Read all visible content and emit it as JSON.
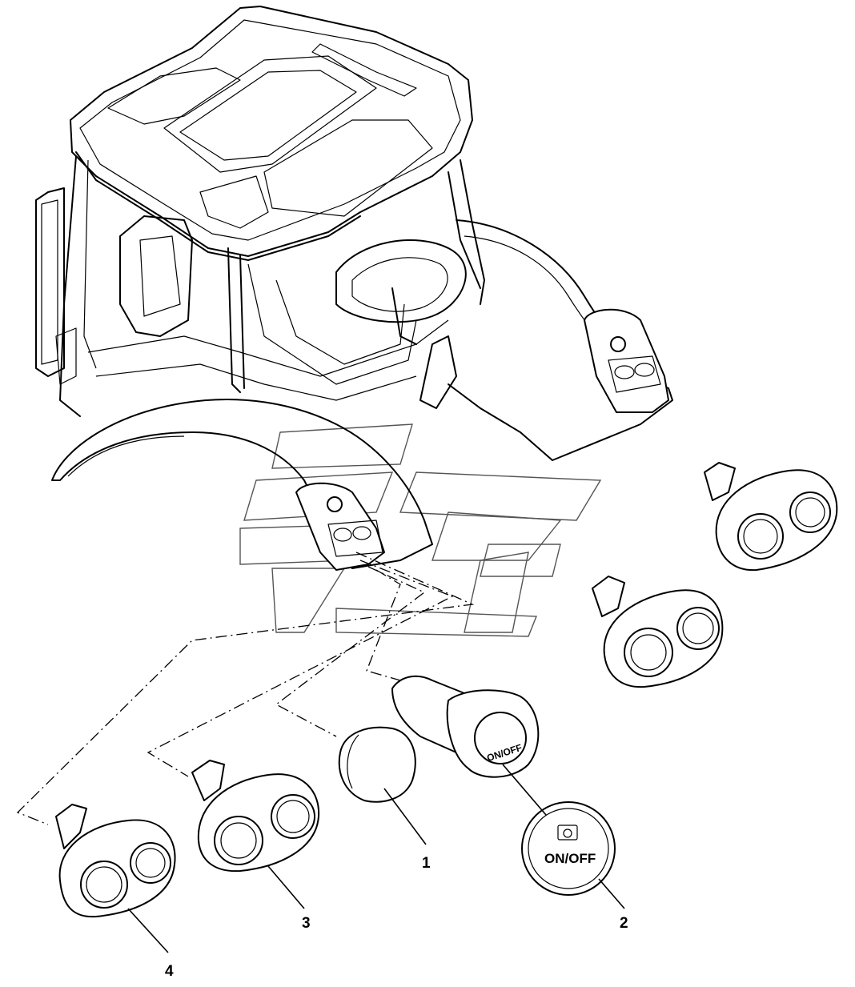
{
  "callouts": [
    {
      "number": "1",
      "part": "blanking-cap"
    },
    {
      "number": "2",
      "part": "power-outlet-cap"
    },
    {
      "number": "3",
      "part": "double-switch-right"
    },
    {
      "number": "4",
      "part": "double-switch-left"
    }
  ],
  "outlet_label": "ON/OFF",
  "colors": {
    "line": "#000000",
    "background": "#ffffff",
    "watermark": "#555555"
  }
}
